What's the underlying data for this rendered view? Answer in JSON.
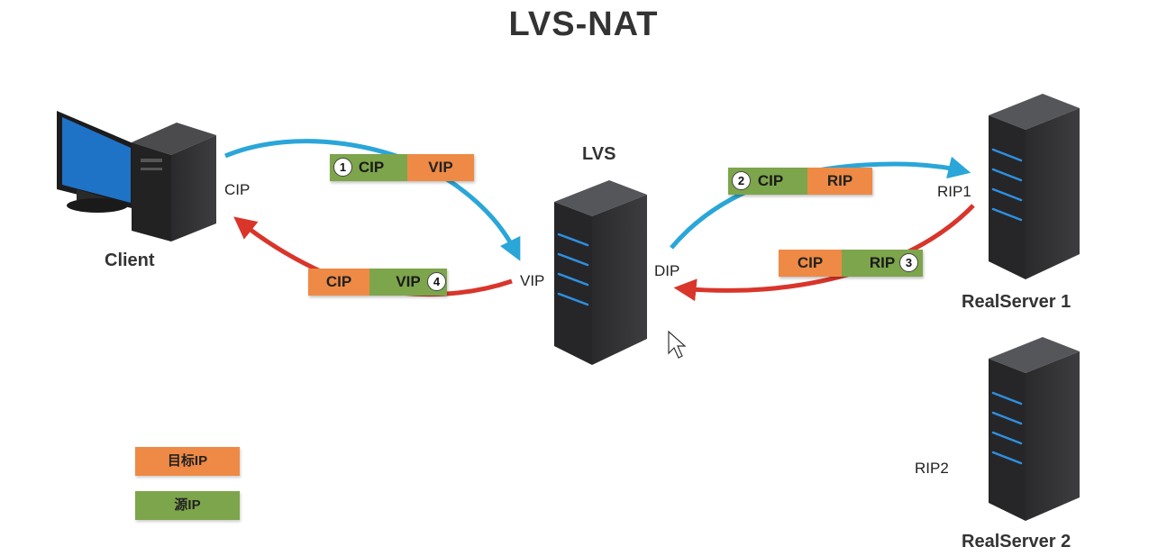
{
  "title": "LVS-NAT",
  "nodes": {
    "client": {
      "label": "Client",
      "ip": "CIP"
    },
    "lvs": {
      "label": "LVS",
      "vip": "VIP",
      "dip": "DIP"
    },
    "realserver1": {
      "label": "RealServer 1",
      "ip": "RIP1"
    },
    "realserver2": {
      "label": "RealServer 2",
      "ip": "RIP2"
    }
  },
  "packets": [
    {
      "step": "1",
      "source": "CIP",
      "destination": "VIP"
    },
    {
      "step": "2",
      "source": "CIP",
      "destination": "RIP"
    },
    {
      "step": "3",
      "source": "RIP",
      "destination": "CIP"
    },
    {
      "step": "4",
      "source": "VIP",
      "destination": "CIP"
    }
  ],
  "legend": {
    "destination": {
      "label": "目标IP",
      "color": "#ee8a45"
    },
    "source": {
      "label": "源IP",
      "color": "#7da54b"
    }
  },
  "colors": {
    "request_arrow": "#2aa6d8",
    "response_arrow": "#d9352b"
  }
}
